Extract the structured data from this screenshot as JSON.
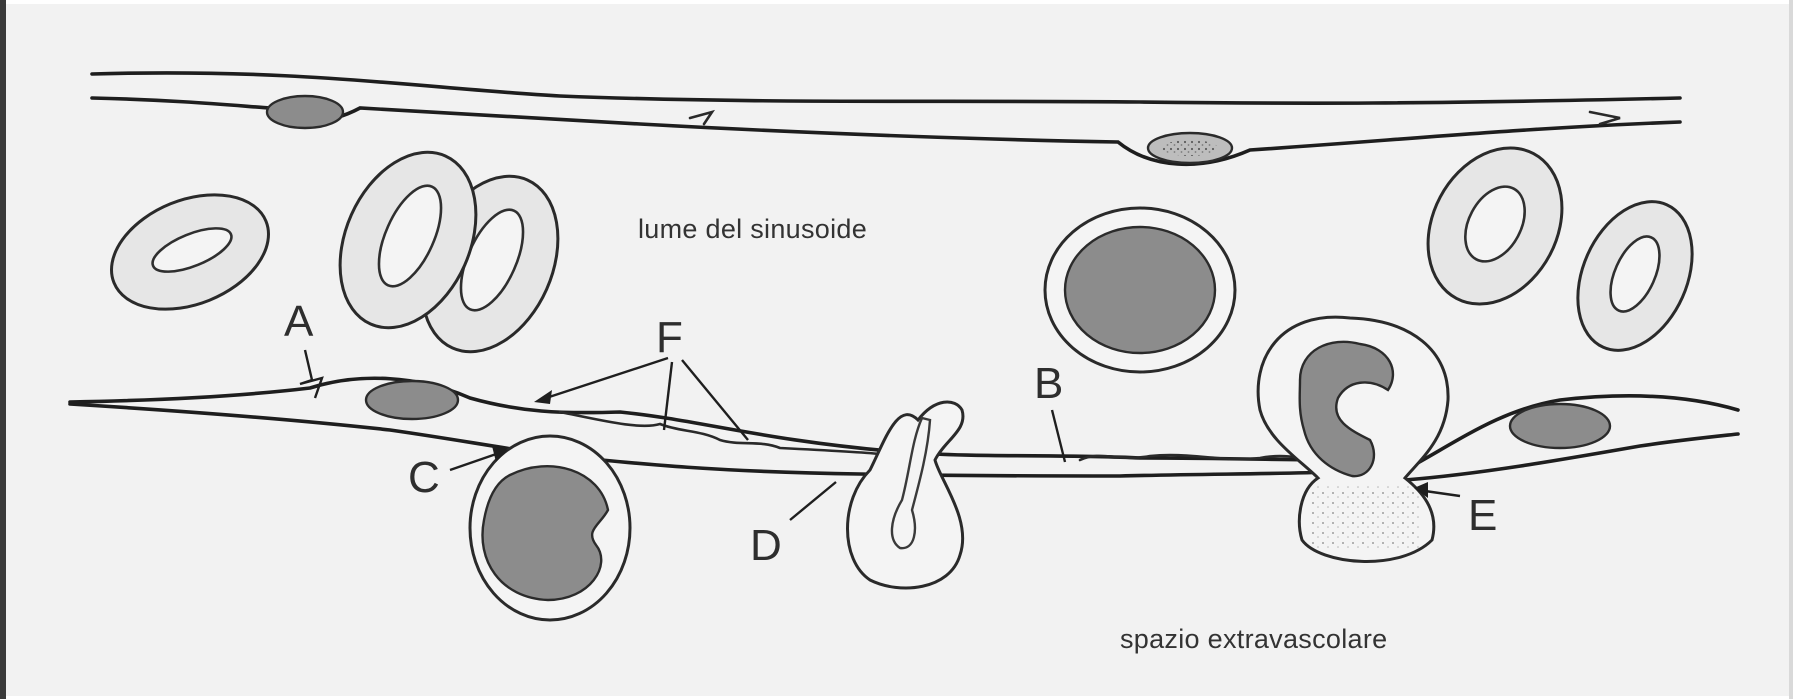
{
  "labels": {
    "lumen": "lume del sinusoide",
    "extravascular": "spazio extravascolare",
    "A": "A",
    "B": "B",
    "C": "C",
    "D": "D",
    "E": "E",
    "F": "F"
  },
  "colors": {
    "background": "#f2f2f2",
    "ink": "#1e1e1e",
    "nucleus": "#8c8c8c"
  }
}
